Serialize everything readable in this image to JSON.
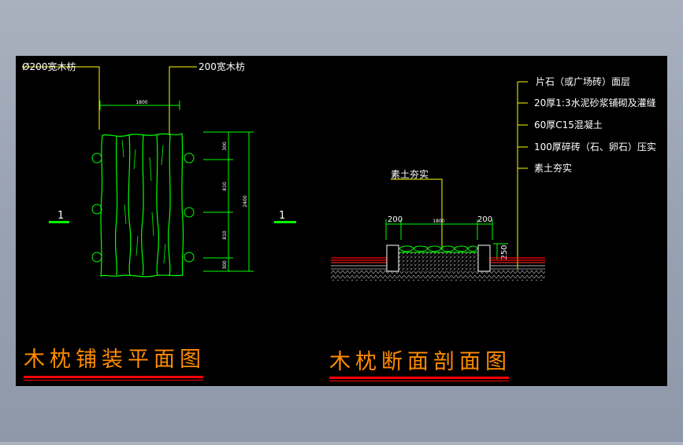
{
  "plan": {
    "label_left": "Ø200宽木枋",
    "label_right": "200宽木枋",
    "dim_width": "1800",
    "dims_right": [
      "300",
      "810",
      "810",
      "300"
    ],
    "dim_total": "2400",
    "marker": "1",
    "title": "木枕铺装平面图"
  },
  "section": {
    "layers": [
      "片石（或广场砖）面层",
      "20厚1:3水泥砂浆铺砌及灌缝",
      "60厚C15混凝土",
      "100厚碎砖（石、卵石）压实",
      "素土夯实"
    ],
    "soil_label": "素土夯实",
    "dim_left": "200",
    "dim_mid": "1800",
    "dim_right": "200",
    "dim_height": "250",
    "marker": "1",
    "title": "木枕断面剖面图"
  },
  "colors": {
    "canvas": "#000000",
    "line": "#00ff00",
    "text": "#ffffff",
    "title": "#ff8c00",
    "accent": "#ff0000",
    "leader": "#ffff00"
  }
}
